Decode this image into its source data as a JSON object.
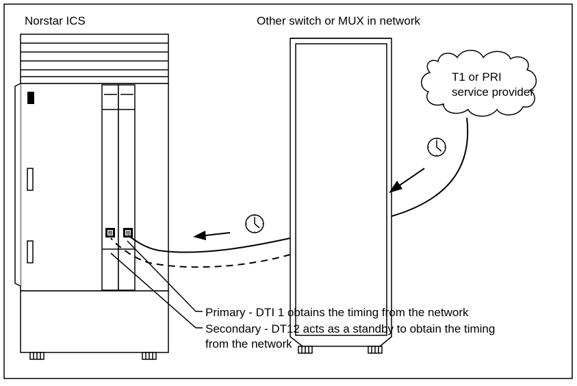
{
  "labels": {
    "norstar": "Norstar ICS",
    "other_switch": "Other switch or MUX in network",
    "provider_line1": "T1 or PRI",
    "provider_line2": "service provider"
  },
  "callouts": {
    "primary": "Primary - DTI 1 obtains the timing from the network",
    "secondary_line1": "Secondary - DT12 acts as a standby to obtain the timing",
    "secondary_line2": "from the network"
  },
  "icons": [
    "clock-icon",
    "arrow-icon",
    "cloud-icon",
    "rj-jack-icon"
  ]
}
